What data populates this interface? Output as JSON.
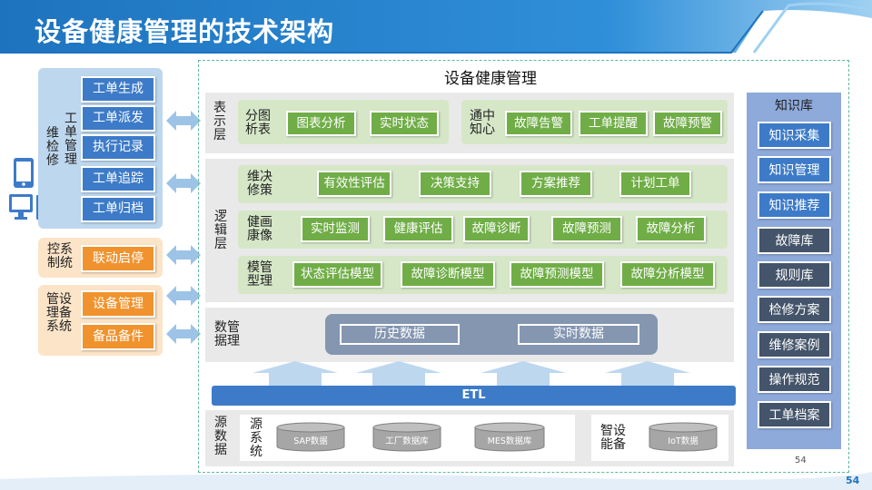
{
  "page_title": "设备健康管理的技术架构",
  "colors": {
    "accent_blue": "#3d7bc8",
    "green": "#70ad47",
    "orange": "#f0932e",
    "dark_slate": "#44546a",
    "light_blue_panel": "#bdd7ee",
    "kb_panel": "#8eaadb"
  },
  "left": {
    "maintenance_system_label": "维检修",
    "work_order_label": "工单管理",
    "work_order_items": [
      "工单生成",
      "工单派发",
      "执行记录",
      "工单追踪",
      "工单归档"
    ],
    "control_system_label": "控系制统",
    "control_items": [
      "联动启停"
    ],
    "equipment_system_label": "管设理备系统",
    "equipment_items": [
      "设备管理",
      "备品备件"
    ],
    "icons": [
      "mobile-device-icon",
      "desktop-computer-icon"
    ]
  },
  "main": {
    "title": "设备健康管理",
    "presentation_layer": {
      "label": "表示层",
      "chart_group": {
        "label": "分图析表",
        "items": [
          "图表分析",
          "实时状态"
        ]
      },
      "notify_group": {
        "label": "通中知心",
        "items": [
          "故障告警",
          "工单提醒",
          "故障预警"
        ]
      }
    },
    "logic_layer": {
      "label": "逻辑层",
      "rows": [
        {
          "label": "维决修策",
          "items": [
            "有效性评估",
            "决策支持",
            "方案推荐",
            "计划工单"
          ]
        },
        {
          "label": "健画康像",
          "items": [
            "实时监测",
            "健康评估",
            "故障诊断",
            "故障预测",
            "故障分析"
          ]
        },
        {
          "label": "模管型理",
          "items": [
            "状态评估模型",
            "故障诊断模型",
            "故障预测模型",
            "故障分析模型"
          ]
        }
      ]
    },
    "data_layer": {
      "label": "数管据理",
      "items": [
        "历史数据",
        "实时数据"
      ]
    },
    "etl_label": "ETL",
    "source_layer": {
      "label": "源数据",
      "source_system_label": "源系统",
      "source_dbs": [
        "SAP数据",
        "工厂数据库",
        "MES数据库"
      ],
      "smart_device_label": "智设能备",
      "device_dbs": [
        "IoT数据"
      ]
    }
  },
  "knowledge_base": {
    "title": "知识库",
    "items": [
      "知识采集",
      "知识管理",
      "知识推荐",
      "故障库",
      "规则库",
      "检修方案",
      "维修案例",
      "操作规范",
      "工单档案"
    ]
  },
  "page_number_inner": "54",
  "page_number": "54"
}
